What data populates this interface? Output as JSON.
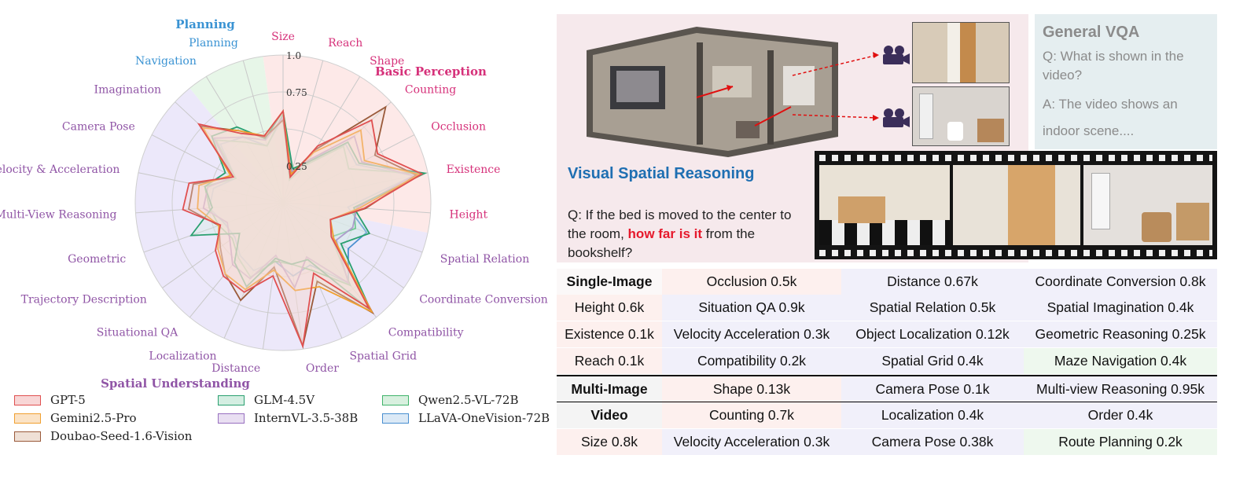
{
  "chart_data": {
    "type": "radar",
    "rlim": [
      0,
      1.0
    ],
    "r_ticks": [
      "0.25",
      "0.75",
      "1.0"
    ],
    "axes": [
      "Size",
      "Reach",
      "Shape",
      "Counting",
      "Occlusion",
      "Existence",
      "Height",
      "Spatial Relation",
      "Coordinate Conversion",
      "Compatibility",
      "Spatial Grid",
      "Order",
      "Distance",
      "Localization",
      "Situational QA",
      "Trajectory Description",
      "Geometric",
      "Multi-View Reasoning",
      "Velocity & Acceleration",
      "Camera Pose",
      "Imagination",
      "Navigation",
      "Planning"
    ],
    "groups": [
      {
        "name": "Basic Perception",
        "color": "#d6317a",
        "axes": [
          "Size",
          "Reach",
          "Shape",
          "Counting",
          "Occlusion",
          "Existence",
          "Height"
        ]
      },
      {
        "name": "Spatial Understanding",
        "color": "#9055a6",
        "axes": [
          "Spatial Relation",
          "Coordinate Conversion",
          "Compatibility",
          "Spatial Grid",
          "Order",
          "Distance",
          "Localization",
          "Situational QA",
          "Trajectory Description",
          "Geometric",
          "Multi-View Reasoning",
          "Velocity & Acceleration",
          "Camera Pose",
          "Imagination"
        ]
      },
      {
        "name": "Planning",
        "color": "#3a93d3",
        "axes": [
          "Navigation",
          "Planning"
        ]
      }
    ],
    "series": [
      {
        "name": "GPT-5",
        "color": "#e05050",
        "fill": "#f8d6d6",
        "values": [
          0.62,
          0.18,
          0.45,
          0.82,
          0.72,
          0.96,
          0.55,
          0.34,
          0.4,
          0.92,
          0.52,
          0.98,
          0.5,
          0.66,
          0.64,
          0.56,
          0.45,
          0.68,
          0.65,
          0.38,
          0.78,
          0.55,
          0.47
        ]
      },
      {
        "name": "Gemini2.5-Pro",
        "color": "#f0a030",
        "fill": "#fbe3c6",
        "values": [
          0.62,
          0.2,
          0.4,
          0.72,
          0.62,
          0.94,
          0.52,
          0.34,
          0.42,
          0.95,
          0.62,
          0.6,
          0.46,
          0.64,
          0.62,
          0.54,
          0.46,
          0.58,
          0.58,
          0.4,
          0.74,
          0.57,
          0.47
        ]
      },
      {
        "name": "Doubao-Seed-1.6-Vision",
        "color": "#9a5a3a",
        "fill": "#efe0d6",
        "values": [
          0.56,
          0.2,
          0.42,
          0.95,
          0.7,
          0.92,
          0.56,
          0.34,
          0.4,
          0.96,
          0.58,
          0.98,
          0.44,
          0.72,
          0.62,
          0.52,
          0.46,
          0.64,
          0.62,
          0.38,
          0.76,
          0.57,
          0.46
        ]
      },
      {
        "name": "GLM-4.5V",
        "color": "#2aa070",
        "fill": "#d4eee2",
        "values": [
          0.62,
          0.24,
          0.32,
          0.6,
          0.58,
          0.98,
          0.48,
          0.62,
          0.48,
          0.94,
          0.42,
          0.42,
          0.38,
          0.62,
          0.52,
          0.36,
          0.66,
          0.48,
          0.54,
          0.44,
          0.66,
          0.6,
          0.45
        ]
      },
      {
        "name": "InternVL-3.5-38B",
        "color": "#9870c0",
        "fill": "#e9dff2",
        "values": [
          0.58,
          0.22,
          0.34,
          0.66,
          0.6,
          0.9,
          0.5,
          0.5,
          0.44,
          0.7,
          0.4,
          0.58,
          0.36,
          0.56,
          0.54,
          0.44,
          0.4,
          0.54,
          0.52,
          0.38,
          0.64,
          0.52,
          0.44
        ]
      },
      {
        "name": "Qwen2.5-VL-72B",
        "color": "#40b46a",
        "fill": "#d8f0df",
        "values": [
          0.6,
          0.16,
          0.3,
          0.56,
          0.5,
          0.96,
          0.48,
          0.52,
          0.4,
          0.72,
          0.5,
          0.42,
          0.4,
          0.55,
          0.48,
          0.42,
          0.46,
          0.5,
          0.54,
          0.36,
          0.62,
          0.48,
          0.4
        ]
      },
      {
        "name": "LLaVA-OneVision-72B",
        "color": "#4a8fd0",
        "fill": "#dbe9f6",
        "values": [
          0.58,
          0.2,
          0.34,
          0.58,
          0.56,
          0.9,
          0.44,
          0.6,
          0.54,
          0.7,
          0.46,
          0.5,
          0.4,
          0.5,
          0.46,
          0.4,
          0.42,
          0.5,
          0.48,
          0.36,
          0.58,
          0.52,
          0.4
        ]
      }
    ]
  },
  "legend": [
    "GPT-5",
    "Gemini2.5-Pro",
    "Doubao-Seed-1.6-Vision",
    "GLM-4.5V",
    "InternVL-3.5-38B",
    "Qwen2.5-VL-72B",
    "LLaVA-OneVision-72B"
  ],
  "general_vqa": {
    "title": "General VQA",
    "question": "Q: What is shown in the video?",
    "answer": "A: The video shows an indoor scene...."
  },
  "vsr": {
    "title": "Visual Spatial Reasoning",
    "question_pre": "Q: If the bed is moved to the center to the room, ",
    "question_highlight": "how far is it",
    "question_post": " from the bookshelf?"
  },
  "table": {
    "rows": [
      [
        "Single-Image",
        "Occlusion 0.5k",
        "Distance 0.67k",
        "Coordinate Conversion 0.8k"
      ],
      [
        "Height 0.6k",
        "Situation QA 0.9k",
        "Spatial Relation 0.5k",
        "Spatial Imagination 0.4k"
      ],
      [
        "Existence 0.1k",
        "Velocity Acceleration 0.3k",
        "Object Localization 0.12k",
        "Geometric Reasoning 0.25k"
      ],
      [
        "Reach 0.1k",
        "Compatibility 0.2k",
        "Spatial Grid 0.4k",
        "Maze Navigation 0.4k"
      ],
      [
        "Multi-Image",
        "Shape 0.13k",
        "Camera Pose 0.1k",
        "Multi-view Reasoning 0.95k"
      ],
      [
        "Video",
        "Counting 0.7k",
        "Localization 0.4k",
        "Order 0.4k"
      ],
      [
        "Size 0.8k",
        "Velocity Acceleration 0.3k",
        "Camera Pose 0.38k",
        "Route Planning 0.2k"
      ]
    ],
    "colors": {
      "perception": "#fdf0ee",
      "understanding": "#f1f0fa",
      "planning": "#eef8ee"
    }
  }
}
